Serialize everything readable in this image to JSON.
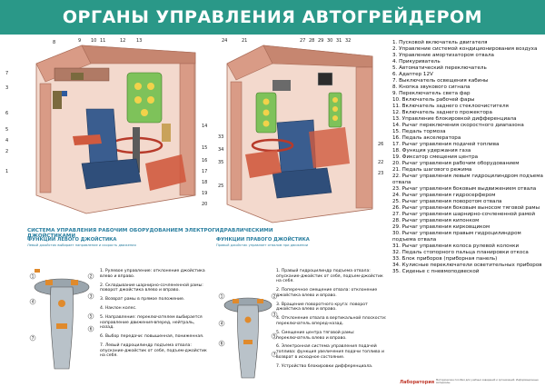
{
  "header": {
    "title": "ОРГАНЫ УПРАВЛЕНИЯ АВТОГРЕЙДЕРОМ"
  },
  "legend": [
    "1. Пусковой включатель двигателя",
    "2. Управление системой кондиционирования воздуха",
    "3. Управление амортизатором отвала",
    "4. Прикуриватель",
    "5. Автоматический переключатель",
    "6. Адаптер 12V",
    "7. Выключатель освещения кабины",
    "8. Кнопка звукового сигнала",
    "9. Переключатель света фар",
    "10. Включатель рабочей фары",
    "11. Включатель заднего стеклоочистителя",
    "12. Включатель заднего прожектора",
    "13. Управление блокировкой дифференциала",
    "14. Рычаг переключения скоростного диапазона",
    "15. Педаль тормоза",
    "16. Педаль акселератора",
    "17. Рычаг управления подачей топлива",
    "18. Функция удержания газа",
    "19. Фиксатор смещения центра",
    "20. Рычаг управления рабочим оборудованием",
    "21. Педаль шагового режима",
    "22. Рычаг управления левым гидроцилиндром подъема отвала",
    "23. Рычаг управления боковым выдвижением отвала",
    "24. Рычаг управления гидросерфером",
    "25. Рычаг управления поворотом отвала",
    "26. Рычаг управления боковым выносом тяговой рамы",
    "27. Рычаг управления шарнирно-сочлененной рамой",
    "28. Рычаг управления кипонком",
    "29. Рычаг управления кирковщиком",
    "30. Рычаг управления правым гидроцилиндром подъема отвала",
    "31. Рычаг управления колоса рулевой колонки",
    "32. Педаль стопорного пальца планировки откоса",
    "33. Блок приборов (приборная панель)",
    "34. Кулисные переключатели осветительных приборов",
    "35. Сиденье с пневмоподвеской"
  ],
  "diagram": {
    "left_numbers": [
      "8",
      "9",
      "10",
      "11",
      "12",
      "13",
      "7",
      "3",
      "6",
      "5",
      "4",
      "2",
      "1",
      "14",
      "15",
      "16",
      "17",
      "18",
      "19",
      "20"
    ],
    "right_numbers": [
      "24",
      "21",
      "27",
      "28",
      "29",
      "30",
      "31",
      "32",
      "33",
      "34",
      "35",
      "25",
      "26",
      "22",
      "23"
    ]
  },
  "joystick_section": {
    "title": "СИСТЕМА УПРАВЛЕНИЯ РАБОЧИМ ОБОРУДОВАНИЕМ ЭЛЕКТРОГИДРАВЛИЧЕСКИМИ ДЖОЙСТИКАМИ",
    "left": {
      "title": "Функции левого джойстика",
      "note": "Левый джойстик выбирает направление и скорость движения",
      "steps": [
        "1. Рулевое управление: отклонение джойстика влево и вправо.",
        "2. Складывание шарнирно-сочлененной рамы: поворот джойстика влево и вправо.",
        "3. Возврат рамы в прямое положение.",
        "4. Наклон колес.",
        "5. Направление: переключателем выбирается направление движения-вперед, нейтраль, назад.",
        "6. Выбор передачи: повышенная, пониженная.",
        "7. Левый гидроцилиндр подъема отвала: опускание-джойстик от себя, подъем-джойстик на себя."
      ]
    },
    "right": {
      "title": "Функции правого джойстика",
      "note": "Правый джойстик управляет отвалом при движении",
      "steps": [
        "1. Правый гидроцилиндр подъема отвала: опускание-джойстик от себя, подъем-джойстик на себя.",
        "2. Поперечное смещение отвала: отклонение джойстика влево и вправо.",
        "3. Вращение поворотного круга: поворот джойстика влево и вправо.",
        "4. Отклонение отвала в вертикальной плоскости: переключатель вперед-назад.",
        "5. Смещение центра тяговой рамы: переключатель влево и вправо.",
        "6. Электронная система управления подачей топлива: функция увеличения подачи топлива и возврат в исходное состояние.",
        "7. Устройство блокировки дифференциала."
      ]
    }
  },
  "footer": {
    "brand": "Лаборатория",
    "note": "Методические пособия для учебных заведений и организаций. Информационные материалы."
  },
  "colors": {
    "header": "#2a9888",
    "accent": "#2a7fa0",
    "cabin": "#d99b86",
    "cabin_dark": "#a96b57",
    "panel": "#7ec25a",
    "seat": "#3a5d8f"
  }
}
